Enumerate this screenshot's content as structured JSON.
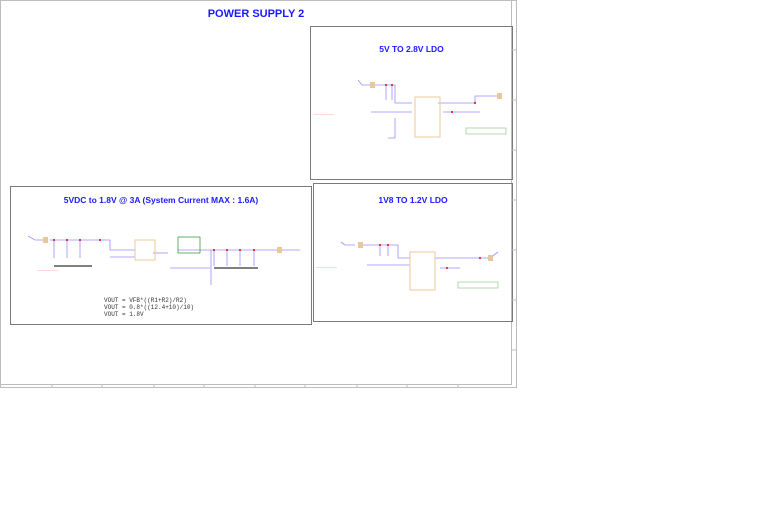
{
  "page_title": "POWER SUPPLY 2",
  "blocks": {
    "ldo_2v8": {
      "title": "5V TO 2.8V LDO"
    },
    "buck_1v8": {
      "title": "5VDC to 1.8V @ 3A (System Current MAX : 1.6A)",
      "equations": [
        "VOUT = VFB*((R1+R2)/R2)",
        "VOUT = 0.8*((12.4+10)/10)",
        "VOUT = 1.8V"
      ]
    },
    "ldo_1v2": {
      "title": "1V8 TO 1.2V LDO"
    }
  },
  "colors": {
    "title": "#1a1aff",
    "wire": "#9a8cff",
    "junction": "#e00000",
    "component": "#e8c89a",
    "net_label": "#ff3333",
    "note": "#008000"
  }
}
